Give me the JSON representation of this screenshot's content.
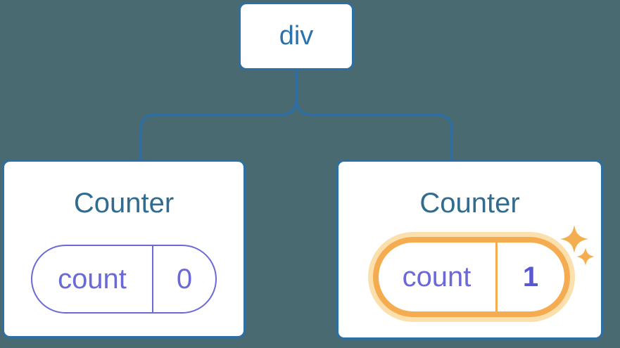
{
  "tree": {
    "root": {
      "label": "div"
    },
    "children": [
      {
        "title": "Counter",
        "state": {
          "key": "count",
          "value": "0"
        },
        "highlighted": false
      },
      {
        "title": "Counter",
        "state": {
          "key": "count",
          "value": "1"
        },
        "highlighted": true
      }
    ]
  },
  "colors": {
    "background": "#4A6A72",
    "node_border_blue": "#2D6FA5",
    "root_label_blue": "#2E72AB",
    "title_blue": "#306C8F",
    "state_purple": "#6B69D8",
    "state_value_bold_purple": "#5A58D0",
    "highlight_orange": "#F5AC50",
    "highlight_glow": "#FBDFAD",
    "sparkle_orange": "#F4AD4F",
    "card_background": "#FFFFFF"
  }
}
